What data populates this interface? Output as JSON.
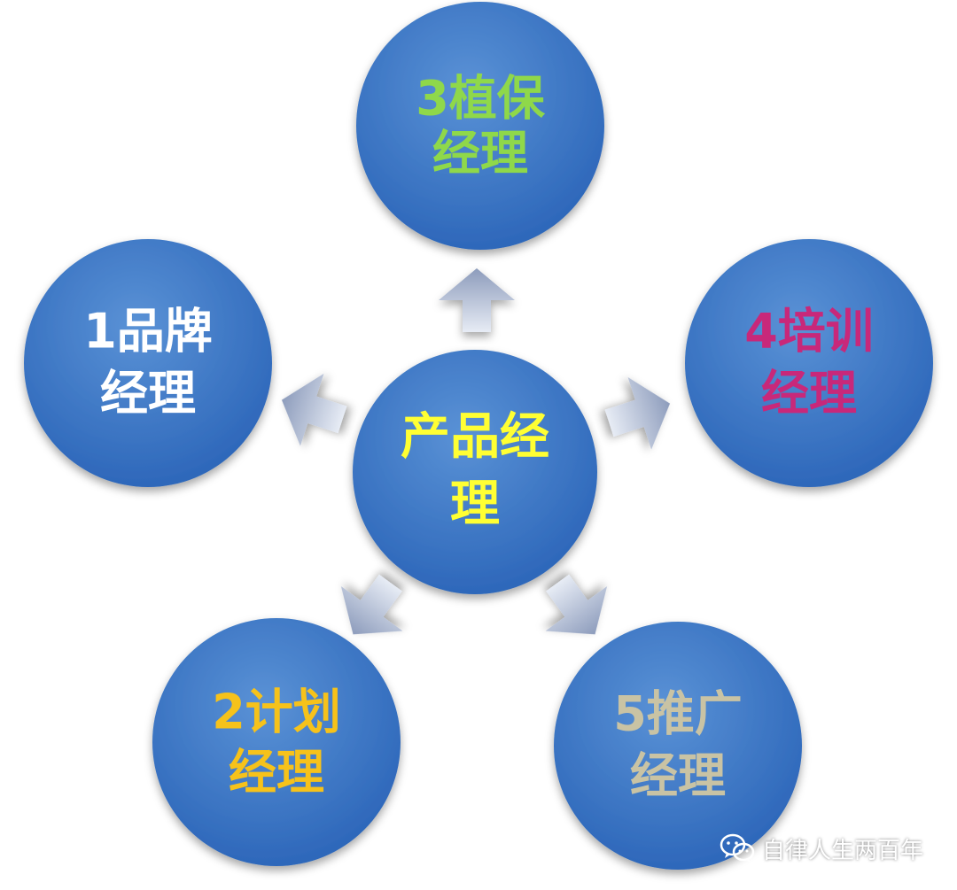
{
  "center": {
    "line1": "产品经",
    "line2": "理",
    "color": "#ffff33"
  },
  "nodes": [
    {
      "id": "brand",
      "line1": "1品牌",
      "line2": "经理",
      "color": "#ffffff"
    },
    {
      "id": "plant",
      "line1": "3植保",
      "line2": "经理",
      "color": "#8fd84a"
    },
    {
      "id": "training",
      "line1": "4培训",
      "line2": "经理",
      "color": "#c8287a"
    },
    {
      "id": "planning",
      "line1": "2计划",
      "line2": "经理",
      "color": "#f6c21b"
    },
    {
      "id": "promotion",
      "line1": "5推广",
      "line2": "经理",
      "color": "#c9c3a4"
    }
  ],
  "watermark": {
    "text": "自律人生两百年",
    "icon": "wechat-icon"
  },
  "colors": {
    "circle_light": "#5a92d6",
    "circle_dark": "#2a64b8",
    "arrow_light": "#e7ecf5",
    "arrow_dark": "#8d9cbc"
  }
}
